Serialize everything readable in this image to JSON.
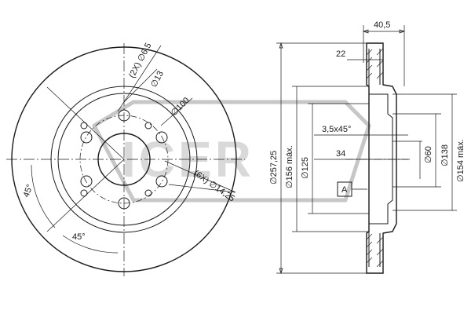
{
  "front_view": {
    "labels": {
      "bolt_hole": "(2X) ∅6,5",
      "center_hole": "∅13",
      "pcd": "∅100",
      "stud_holes": "(6X) ∅14,25",
      "angle_left": "45°",
      "angle_bottom": "45°"
    }
  },
  "section_view": {
    "labels": {
      "overall_thickness": "40,5",
      "hat_depth": "22",
      "chamfer": "3,5x45°",
      "disc_thickness": "34",
      "outer_diameter": "∅257,25",
      "inner_ring_max": "∅156 máx.",
      "hub_diameter": "∅125",
      "center_bore": "∅60",
      "hat_diameter": "∅138",
      "ring_max": "∅154 máx.",
      "datum": "A"
    }
  },
  "watermark": {
    "text": "ICER",
    "color": "#c7c7c7"
  }
}
